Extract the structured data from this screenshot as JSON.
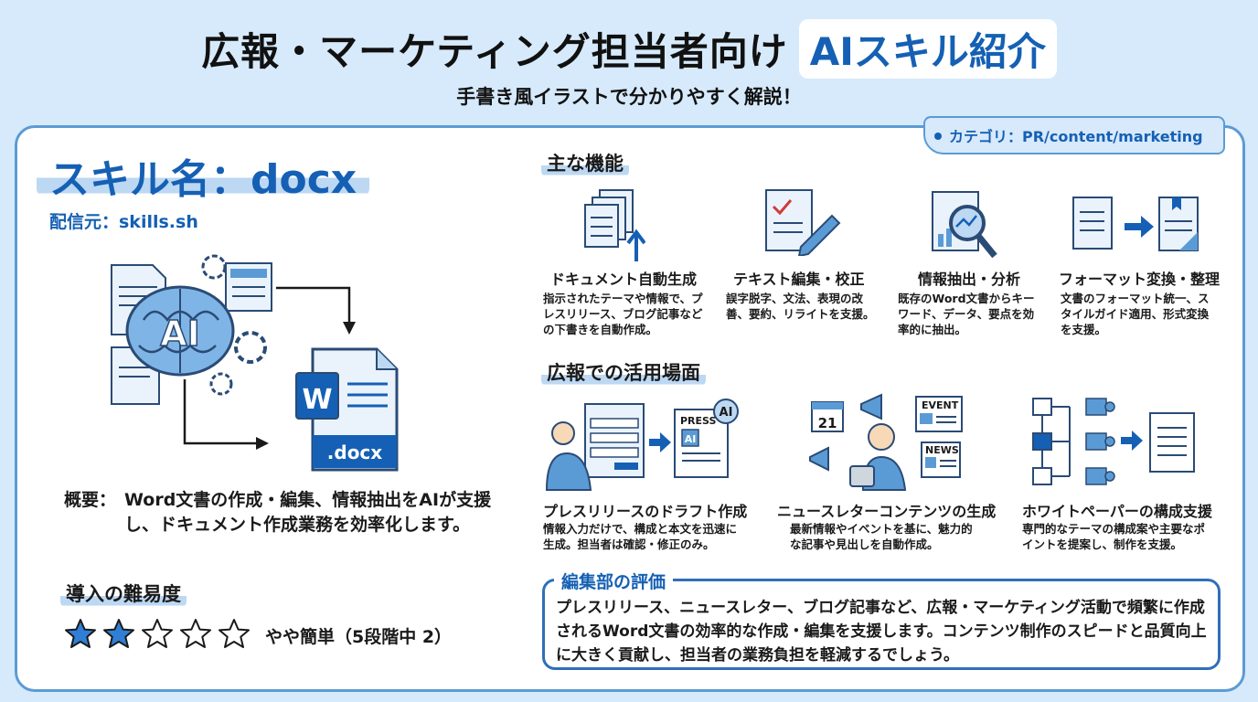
{
  "header": {
    "title": "広報・マーケティング担当者向け",
    "title_highlight": "AIスキル紹介",
    "subtitle": "手書き風イラストで分かりやすく解説！"
  },
  "category_tag": "カテゴリ：PR/content/marketing",
  "skill": {
    "name": "スキル名：docx",
    "source": "配信元：skills.sh",
    "hero_ai_label": "AI",
    "hero_word_letter": "W",
    "hero_file_ext": ".docx"
  },
  "overview": {
    "label": "概要：",
    "text": "Word文書の作成・編集、情報抽出をAIが支援し、ドキュメント作成業務を効率化します。"
  },
  "difficulty": {
    "title": "導入の難易度",
    "rating": 2,
    "max": 5,
    "label": "やや簡単（5段階中 2）"
  },
  "features": {
    "title": "主な機能",
    "items": [
      {
        "name": "ドキュメント自動生成",
        "desc": "指示されたテーマや情報で、プレスリリース、ブログ記事などの下書きを自動作成。"
      },
      {
        "name": "テキスト編集・校正",
        "desc": "誤字脱字、文法、表現の改善、要約、リライトを支援。"
      },
      {
        "name": "情報抽出・分析",
        "desc": "既存のWord文書からキーワード、データ、要点を効率的に抽出。"
      },
      {
        "name": "フォーマット変換・整理",
        "desc": "文書のフォーマット統一、スタイルガイド適用、形式変換を支援。"
      }
    ]
  },
  "use_cases": {
    "title": "広報での活用場面",
    "items": [
      {
        "name": "プレスリリースのドラフト作成",
        "desc": "情報入力だけで、構成と本文を迅速に生成。担当者は確認・修正のみ。",
        "badge_press": "PRESS",
        "badge_ai": "AI"
      },
      {
        "name": "ニュースレターコンテンツの生成",
        "desc": "最新情報やイベントを基に、魅力的な記事や見出しを自動作成。",
        "cal_day": "21",
        "event_label": "EVENT",
        "news_label": "NEWS"
      },
      {
        "name": "ホワイトペーパーの構成支援",
        "desc": "専門的なテーマの構成案や主要なポイントを提案し、制作を支援。"
      }
    ]
  },
  "review": {
    "title": "編集部の評価",
    "text": "プレスリリース、ニュースレター、ブログ記事など、広報・マーケティング活動で頻繁に作成されるWord文書の効率的な作成・編集を支援します。コンテンツ制作のスピードと品質向上に大きく貢献し、担当者の業務負担を軽減するでしょう。"
  },
  "colors": {
    "accent": "#1560b4",
    "light_blue": "#d6eafb",
    "border": "#5b9bd5",
    "star_fill": "#2f7fd6"
  }
}
